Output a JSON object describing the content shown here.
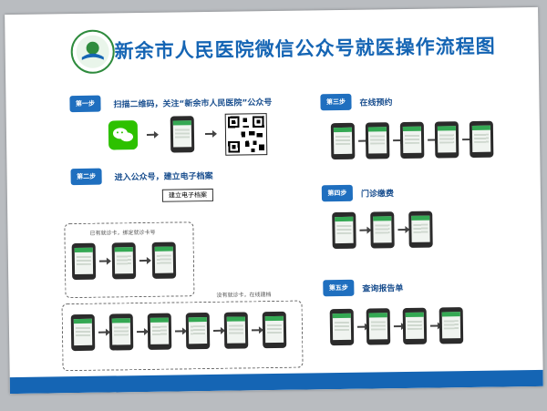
{
  "header": {
    "title": "新余市人民医院微信公众号就医操作流程图"
  },
  "steps": [
    {
      "badge": "第一步",
      "title": "扫描二维码，关注“新余市人民医院”公众号"
    },
    {
      "badge": "第二步",
      "title": "进入公众号，建立电子档案"
    },
    {
      "badge": "第三步",
      "title": "在线预约"
    },
    {
      "badge": "第四步",
      "title": "门诊缴费"
    },
    {
      "badge": "第五步",
      "title": "查询报告单"
    }
  ],
  "step2": {
    "create_record": "建立电子档案",
    "has_card": "已有就诊卡，绑定就诊卡号",
    "no_card": "没有就诊卡，在线建档"
  },
  "colors": {
    "brand_blue": "#1565b4",
    "wechat_green": "#2dc100"
  },
  "icons": [
    "hospital-logo-icon",
    "wechat-icon",
    "qr-code-icon",
    "phone-screen-icon",
    "arrow-right-icon"
  ]
}
